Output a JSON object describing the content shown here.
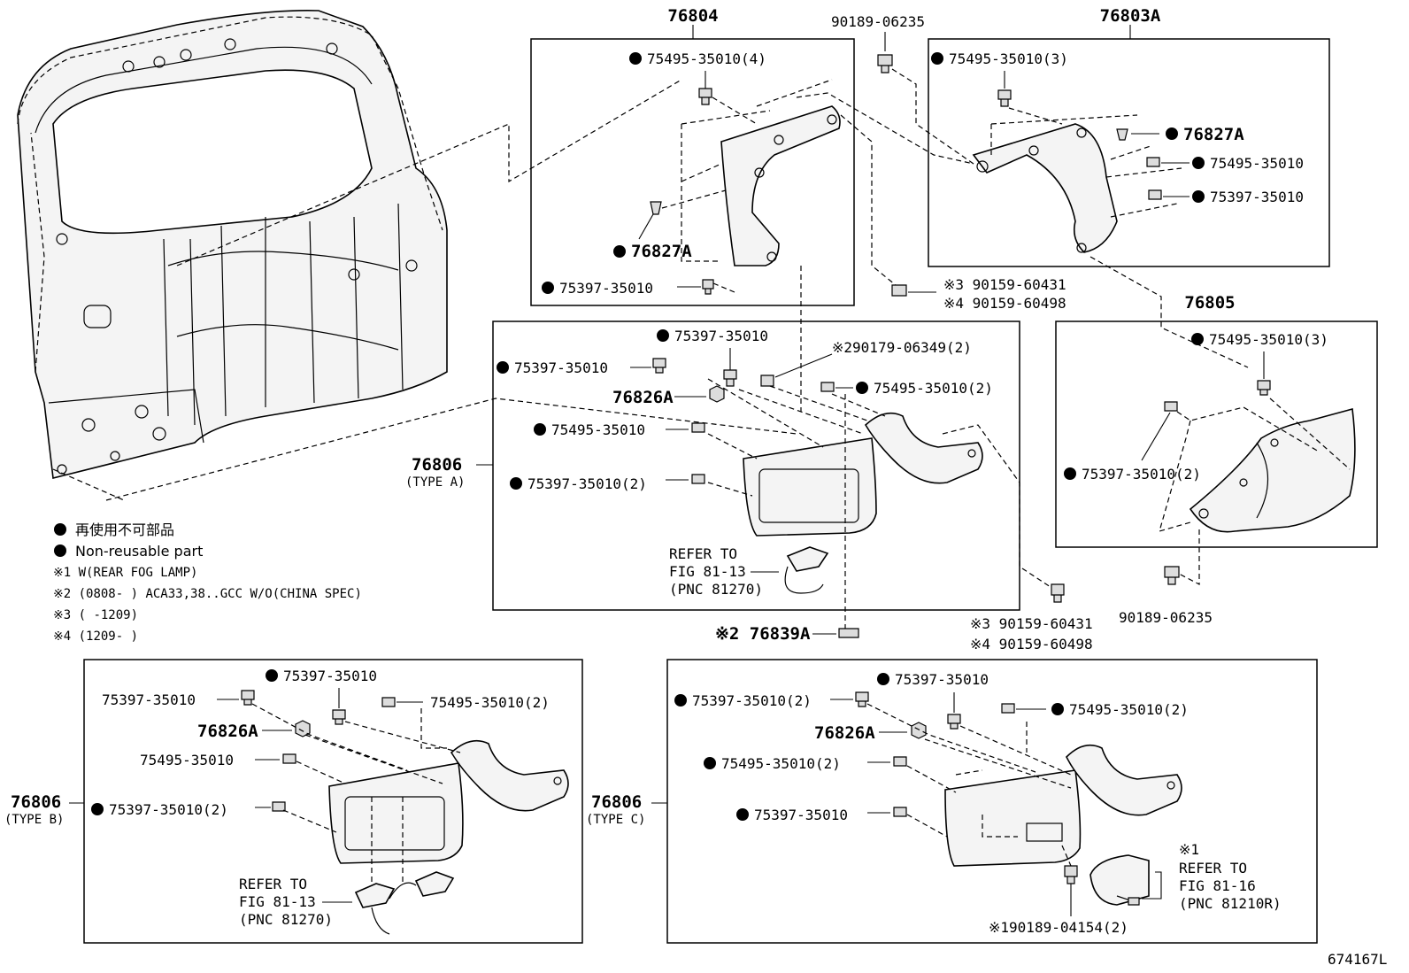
{
  "diagram_id": "674167L",
  "legend": {
    "dot_jp": "再使用不可部品",
    "dot_en": "Non-reusable part",
    "note1": "※1 W(REAR FOG LAMP)",
    "note2": "※2 (0808-      ) ACA33,38..GCC W/O(CHINA SPEC)",
    "note3": "※3 (       -1209)",
    "note4": "※4 (1209-      )"
  },
  "box_76804": {
    "title": "76804",
    "c1": "75495-35010(4)",
    "c2": "76827A",
    "c3": "75397-35010"
  },
  "top_misc": {
    "bolt_top": "90189-06235",
    "bolt_mid_a": "※3 90159-60431",
    "bolt_mid_b": "※4 90159-60498"
  },
  "box_76803A": {
    "title": "76803A",
    "c1": "75495-35010(3)",
    "c2": "76827A",
    "c3": "75495-35010",
    "c4": "75397-35010"
  },
  "box_76806A": {
    "title": "76806",
    "type": "(TYPE A)",
    "c1": "75397-35010",
    "c2": "75397-35010",
    "c3": "※290179-06349(2)",
    "c4": "76826A",
    "c5": "75495-35010(2)",
    "c6": "75495-35010",
    "c7": "75397-35010(2)",
    "ref1": "REFER TO",
    "ref2": "FIG 81-13",
    "ref3": "(PNC 81270)"
  },
  "box_76805": {
    "title": "76805",
    "c1": "75495-35010(3)",
    "c2": "75397-35010(2)",
    "bolt": "90189-06235"
  },
  "mid_misc": {
    "p1": "※2 76839A",
    "p2": "※3 90159-60431",
    "p3": "※4 90159-60498"
  },
  "box_76806B": {
    "title": "76806",
    "type": "(TYPE B)",
    "c1": "75397-35010",
    "c2": "75397-35010",
    "c3": "75495-35010(2)",
    "c4": "76826A",
    "c5": "75495-35010",
    "c6": "75397-35010(2)",
    "ref1": "REFER TO",
    "ref2": "FIG 81-13",
    "ref3": "(PNC 81270)"
  },
  "box_76806C": {
    "title": "76806",
    "type": "(TYPE C)",
    "c1": "75397-35010",
    "c2": "75397-35010(2)",
    "c3": "75495-35010(2)",
    "c4": "76826A",
    "c5": "75495-35010(2)",
    "c6": "75397-35010",
    "n1": "※1",
    "ref1": "REFER TO",
    "ref2": "FIG 81-16",
    "ref3": "(PNC 81210R)",
    "bolt": "※190189-04154(2)"
  }
}
